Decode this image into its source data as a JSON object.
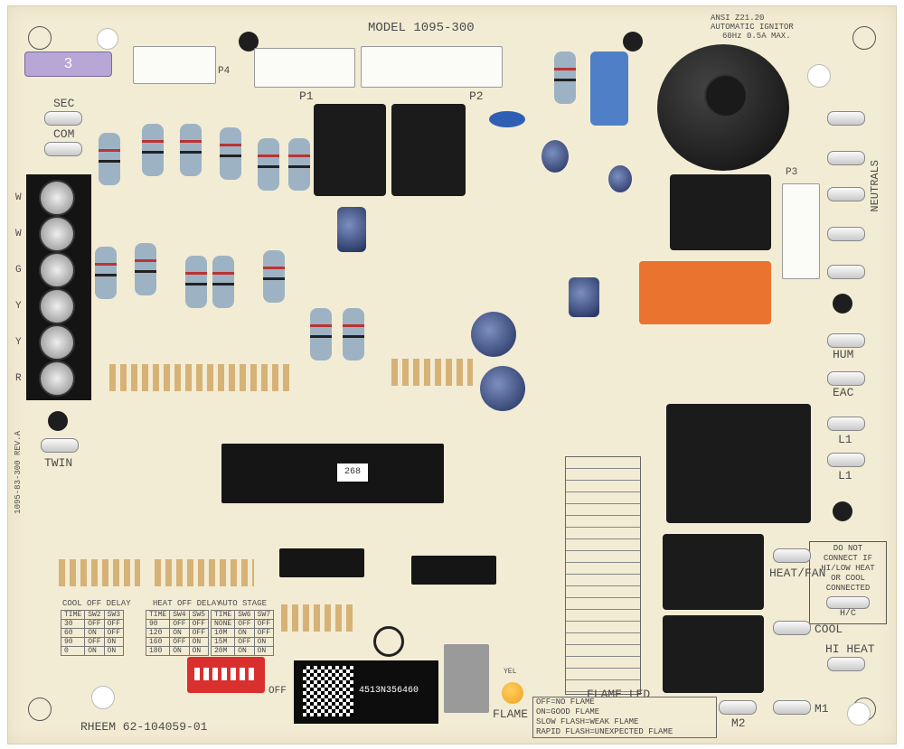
{
  "board": {
    "model": "MODEL 1095-300",
    "ansi": "ANSI Z21.20",
    "ignitor_line1": "AUTOMATIC IGNITOR",
    "ignitor_line2": "60Hz 0.5A MAX.",
    "part_number": "RHEEM 62-104059-01",
    "board_rev": "1095-83-300 REV.A",
    "serial": "4513N356460",
    "sticker": "268",
    "fuse_label": "3"
  },
  "labels": {
    "sec": "SEC",
    "com": "COM",
    "twin": "TWIN",
    "neutrals": "NEUTRALS",
    "hum": "HUM",
    "eac": "EAC",
    "l1a": "L1",
    "l1b": "L1",
    "heat_fan": "HEAT/FAN",
    "cool": "COOL",
    "hi_heat": "HI HEAT",
    "m1": "M1",
    "m2": "M2",
    "flame": "FLAME",
    "yel": "YEL",
    "flame_led": "FLAME LED",
    "p1": "P1",
    "p2": "P2",
    "p4": "P4",
    "p3": "P3",
    "off": "OFF"
  },
  "warning": {
    "line1": "DO NOT",
    "line2": "CONNECT IF",
    "line3": "HI/LOW HEAT",
    "line4": "OR COOL",
    "line5": "CONNECTED",
    "hc": "H/C"
  },
  "terminals_left": [
    "W",
    "W",
    "G",
    "Y",
    "Y",
    "R"
  ],
  "flame_led_legend": [
    "OFF=NO FLAME",
    "ON=GOOD FLAME",
    "SLOW FLASH=WEAK FLAME",
    "RAPID FLASH=UNEXPECTED FLAME"
  ],
  "delay_tables": {
    "cool_title": "COOL OFF DELAY",
    "heat_title": "HEAT OFF DELAY",
    "auto_title": "AUTO STAGE",
    "cool_rows": [
      [
        "TIME",
        "SW2",
        "SW3"
      ],
      [
        "30",
        "OFF",
        "OFF"
      ],
      [
        "60",
        "ON",
        "OFF"
      ],
      [
        "90",
        "OFF",
        "ON"
      ],
      [
        "0",
        "ON",
        "ON"
      ]
    ],
    "heat_rows": [
      [
        "TIME",
        "SW4",
        "SW5"
      ],
      [
        "90",
        "OFF",
        "OFF"
      ],
      [
        "120",
        "ON",
        "OFF"
      ],
      [
        "160",
        "OFF",
        "ON"
      ],
      [
        "180",
        "ON",
        "ON"
      ]
    ],
    "auto_rows": [
      [
        "TIME",
        "SW6",
        "SW7"
      ],
      [
        "NONE",
        "OFF",
        "OFF"
      ],
      [
        "10M",
        "ON",
        "OFF"
      ],
      [
        "15M",
        "OFF",
        "ON"
      ],
      [
        "20M",
        "ON",
        "ON"
      ]
    ]
  },
  "colors": {
    "board": "#f3ecd4",
    "relay_orange": "#e9732f",
    "relay_black": "#1b1b1b",
    "dip_red": "#d9302f",
    "led_yellow": "#f0a020"
  }
}
